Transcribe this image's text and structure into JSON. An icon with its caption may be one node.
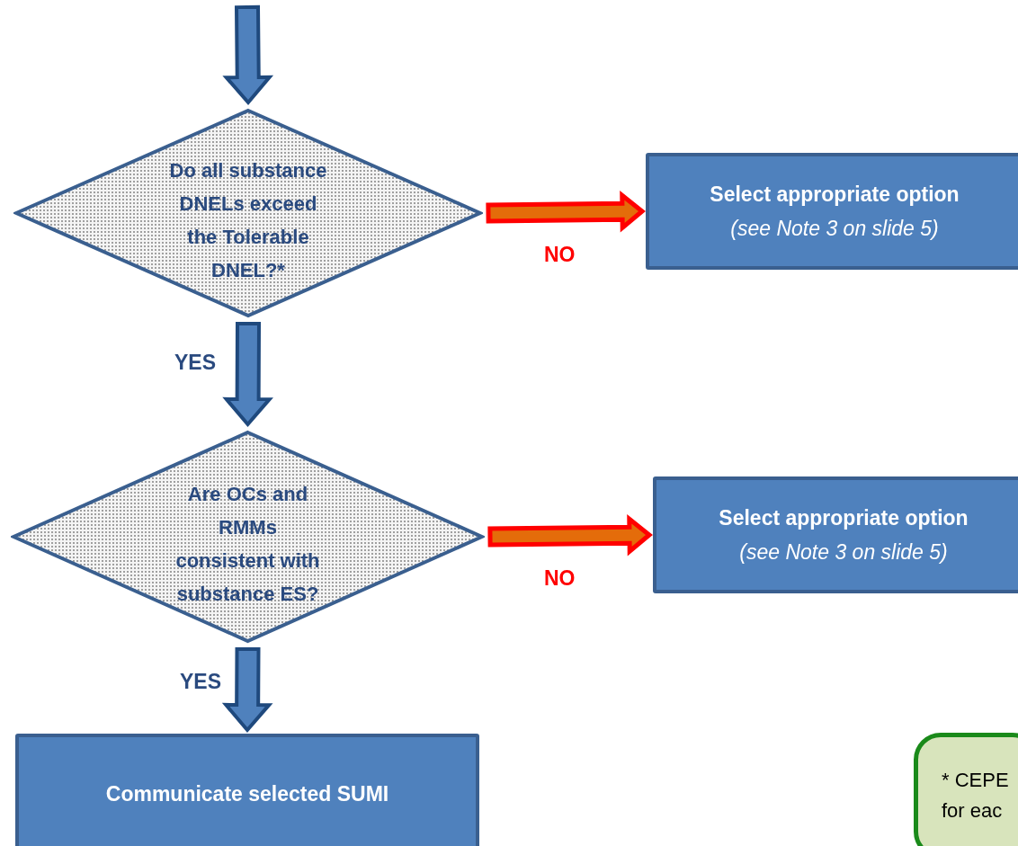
{
  "diagram": {
    "nodes": [
      {
        "text": [
          "Do all substance DNELs exceed the Tolerable DNEL?*"
        ]
      },
      {
        "text": [
          "Select appropriate option",
          "(see Note 3 on slide 5)"
        ]
      },
      {
        "text": [
          "Are OCs and RMMs consistent with substance ES?"
        ]
      },
      {
        "text": [
          "Select appropriate option",
          "(see Note 3 on slide 5)"
        ]
      },
      {
        "text": [
          "Communicate selected SUMI"
        ]
      },
      {
        "text": [
          "* CEPE for eac"
        ]
      }
    ],
    "edges": [
      {
        "from": null,
        "to": 0,
        "arrow": "to",
        "style": "thick"
      },
      {
        "from": 0,
        "to": 1,
        "arrow": "to",
        "label": "NO",
        "color": "#ff0000"
      },
      {
        "from": 0,
        "to": 2,
        "arrow": "to",
        "label": "YES",
        "style": "thick"
      },
      {
        "from": 2,
        "to": 3,
        "arrow": "to",
        "label": "NO",
        "color": "#ff0000"
      },
      {
        "from": 2,
        "to": 4,
        "arrow": "to",
        "label": "YES",
        "style": "thick"
      }
    ]
  }
}
